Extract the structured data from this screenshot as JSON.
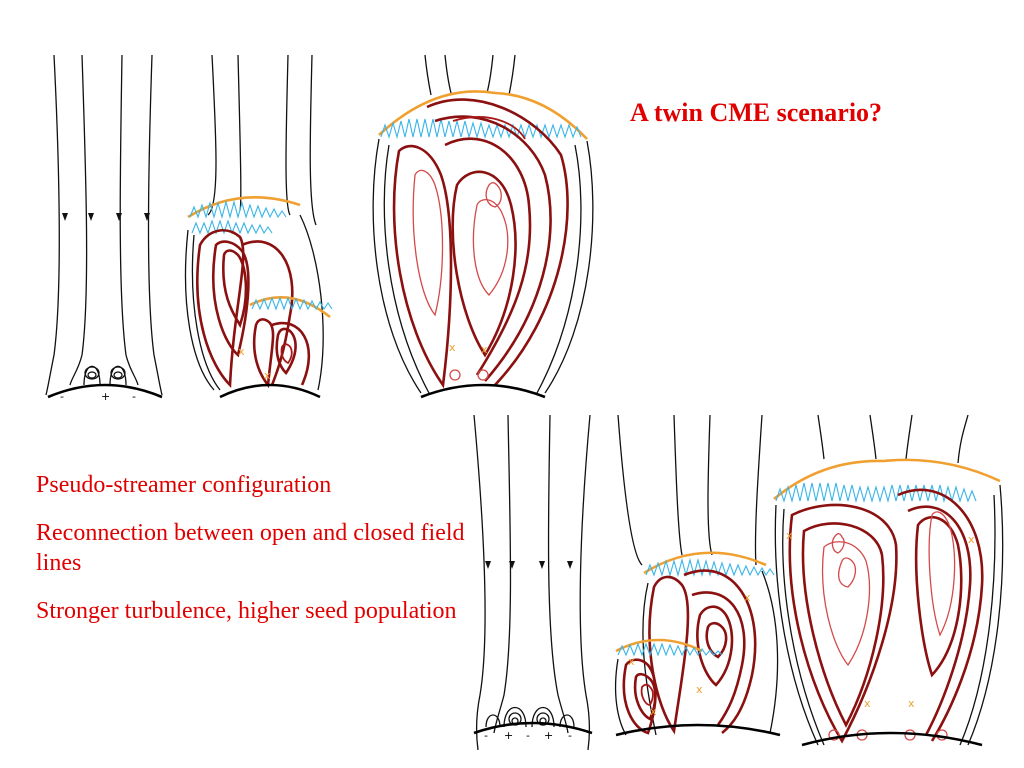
{
  "title": "A twin CME scenario?",
  "bullets": [
    "Pseudo-streamer configuration",
    "Reconnection between open and closed field lines",
    "Stronger turbulence, higher seed population"
  ],
  "colors": {
    "text": "#e00000",
    "field_lines": "#111111",
    "closed_loops": "#8b1010",
    "inner_loops": "#d44a4a",
    "shock_front": "#f0a030",
    "turbulence": "#38b5e8"
  }
}
